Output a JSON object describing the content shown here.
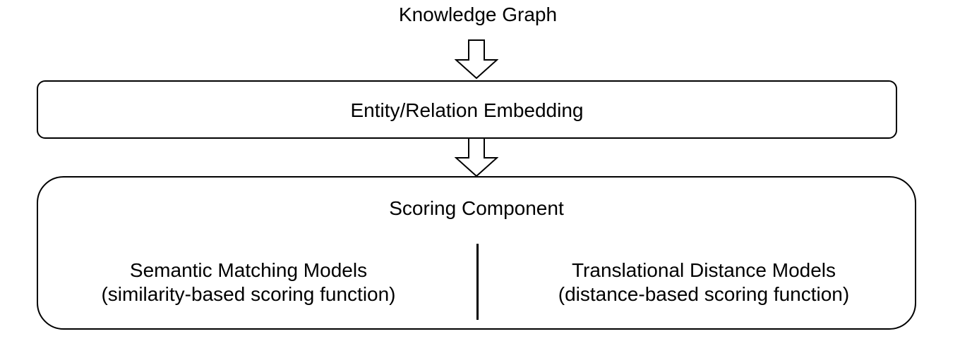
{
  "diagram": {
    "top_node": {
      "label": "Knowledge Graph"
    },
    "embedding_node": {
      "label": "Entity/Relation Embedding"
    },
    "scoring_node": {
      "title": "Scoring Component",
      "left": {
        "line1": "Semantic Matching Models",
        "line2": "(similarity-based scoring function)"
      },
      "right": {
        "line1": "Translational Distance Models",
        "line2": "(distance-based scoring function)"
      }
    },
    "arrows": [
      {
        "from": "Knowledge Graph",
        "to": "Entity/Relation Embedding",
        "icon": "hollow-down-arrow-icon"
      },
      {
        "from": "Entity/Relation Embedding",
        "to": "Scoring Component",
        "icon": "hollow-down-arrow-icon"
      }
    ],
    "colors": {
      "stroke": "#000000",
      "background": "#ffffff",
      "text": "#000000"
    }
  }
}
